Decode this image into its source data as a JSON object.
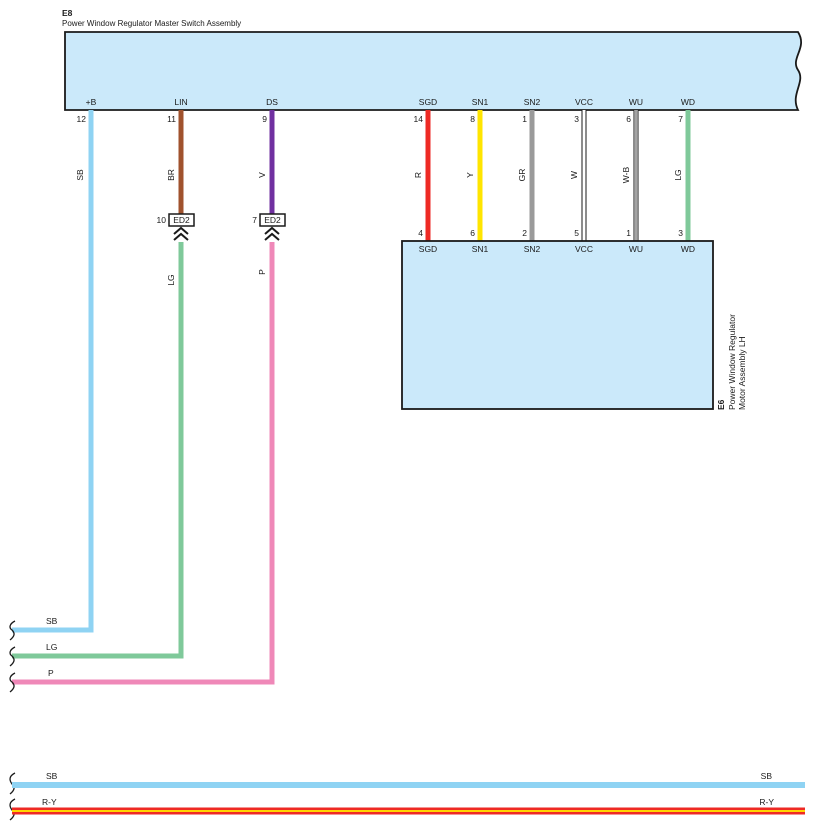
{
  "master_switch": {
    "code": "E8",
    "name": "Power Window Regulator Master Switch Assembly",
    "terminals": [
      {
        "label": "+B",
        "pin": "12"
      },
      {
        "label": "LIN",
        "pin": "11"
      },
      {
        "label": "DS",
        "pin": "9"
      },
      {
        "label": "SGD",
        "pin": "14"
      },
      {
        "label": "SN1",
        "pin": "8"
      },
      {
        "label": "SN2",
        "pin": "1"
      },
      {
        "label": "VCC",
        "pin": "3"
      },
      {
        "label": "WU",
        "pin": "6"
      },
      {
        "label": "WD",
        "pin": "7"
      }
    ]
  },
  "motor": {
    "code": "E6",
    "name_line1": "Power Window Regulator",
    "name_line2": "Motor Assembly LH",
    "terminals": [
      {
        "label": "SGD",
        "pin": "4"
      },
      {
        "label": "SN1",
        "pin": "6"
      },
      {
        "label": "SN2",
        "pin": "2"
      },
      {
        "label": "VCC",
        "pin": "5"
      },
      {
        "label": "WU",
        "pin": "1"
      },
      {
        "label": "WD",
        "pin": "3"
      }
    ]
  },
  "wires": {
    "upper": [
      {
        "color_code": "SB",
        "hex": "#8fd3f3"
      },
      {
        "color_code": "BR",
        "hex": "#a0522d"
      },
      {
        "color_code": "V",
        "hex": "#7030a0"
      },
      {
        "color_code": "R",
        "hex": "#ee2a24"
      },
      {
        "color_code": "Y",
        "hex": "#ffe500"
      },
      {
        "color_code": "GR",
        "hex": "#9a9a9a"
      },
      {
        "color_code": "W",
        "hex": "#ffffff"
      },
      {
        "color_code": "W-B",
        "hex": "#ffffff"
      },
      {
        "color_code": "LG",
        "hex": "#7fc99a"
      }
    ],
    "lower": [
      {
        "color_code": "LG",
        "hex": "#7fc99a"
      },
      {
        "color_code": "P",
        "hex": "#ef88b8"
      }
    ],
    "ends": [
      {
        "color_code": "SB"
      },
      {
        "color_code": "LG"
      },
      {
        "color_code": "P"
      }
    ]
  },
  "connectors": [
    {
      "pin": "10",
      "code": "ED2"
    },
    {
      "pin": "7",
      "code": "ED2"
    }
  ],
  "bottom_lines": [
    {
      "color_code": "SB",
      "hex": "#8fd3f3"
    },
    {
      "color_code": "R-Y",
      "hex": "#ee2a24",
      "stripe_hex": "#ffd400"
    }
  ],
  "colors": {
    "box_fill": "#cbe9fa",
    "outline": "#1a1a1a"
  }
}
